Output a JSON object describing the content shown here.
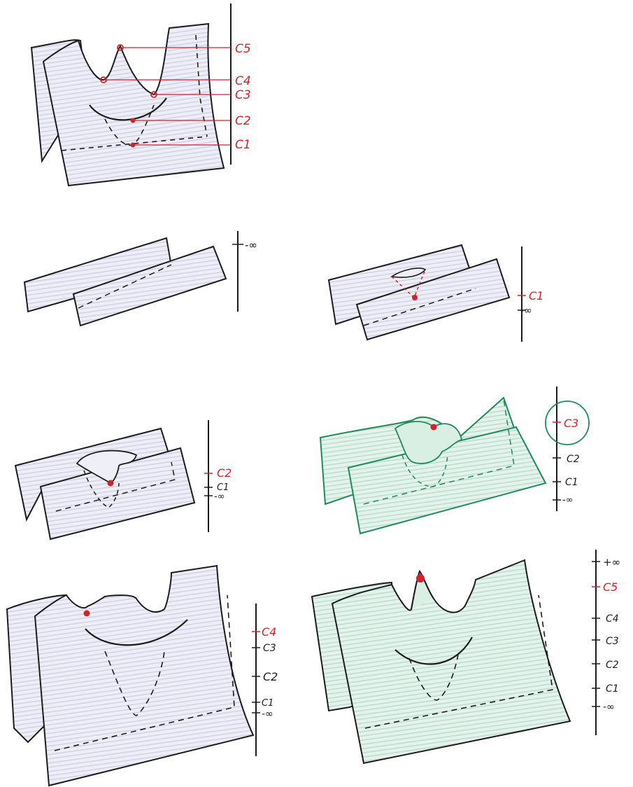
{
  "colors": {
    "ink": "#1c1c1c",
    "red": "#d2232a",
    "lavender_shade": "#d9d9ec",
    "green_shade": "#cde8db",
    "green_ink": "#1f8a5a"
  },
  "panels": [
    {
      "id": "full",
      "shade": "lavender",
      "ladder": [
        {
          "label": "C5",
          "highlight": true
        },
        {
          "label": "C4",
          "highlight": true
        },
        {
          "label": "C3",
          "highlight": true
        },
        {
          "label": "C2",
          "highlight": true
        },
        {
          "label": "C1",
          "highlight": true
        }
      ]
    },
    {
      "id": "level-neg-inf",
      "shade": "lavender",
      "ladder": [
        {
          "label": "-∞",
          "highlight": false
        }
      ]
    },
    {
      "id": "level-c1",
      "shade": "lavender",
      "ladder": [
        {
          "label": "C1",
          "highlight": true
        },
        {
          "label": "-∞",
          "highlight": false
        }
      ]
    },
    {
      "id": "level-c2",
      "shade": "lavender",
      "ladder": [
        {
          "label": "C2",
          "highlight": true
        },
        {
          "label": "C1",
          "highlight": false
        },
        {
          "label": "-∞",
          "highlight": false
        }
      ]
    },
    {
      "id": "level-c3",
      "shade": "green",
      "ladder": [
        {
          "label": "C3",
          "highlight": true
        },
        {
          "label": "C2",
          "highlight": false
        },
        {
          "label": "C1",
          "highlight": false
        },
        {
          "label": "-∞",
          "highlight": false
        }
      ]
    },
    {
      "id": "level-c4",
      "shade": "lavender",
      "ladder": [
        {
          "label": "C4",
          "highlight": true
        },
        {
          "label": "C3",
          "highlight": false
        },
        {
          "label": "C2",
          "highlight": false
        },
        {
          "label": "C1",
          "highlight": false
        },
        {
          "label": "-∞",
          "highlight": false
        }
      ]
    },
    {
      "id": "level-c5",
      "shade": "green",
      "ladder": [
        {
          "label": "+∞",
          "highlight": false
        },
        {
          "label": "C5",
          "highlight": true
        },
        {
          "label": "C4",
          "highlight": false
        },
        {
          "label": "C3",
          "highlight": false
        },
        {
          "label": "C2",
          "highlight": false
        },
        {
          "label": "C1",
          "highlight": false
        },
        {
          "label": "-∞",
          "highlight": false
        }
      ]
    }
  ]
}
